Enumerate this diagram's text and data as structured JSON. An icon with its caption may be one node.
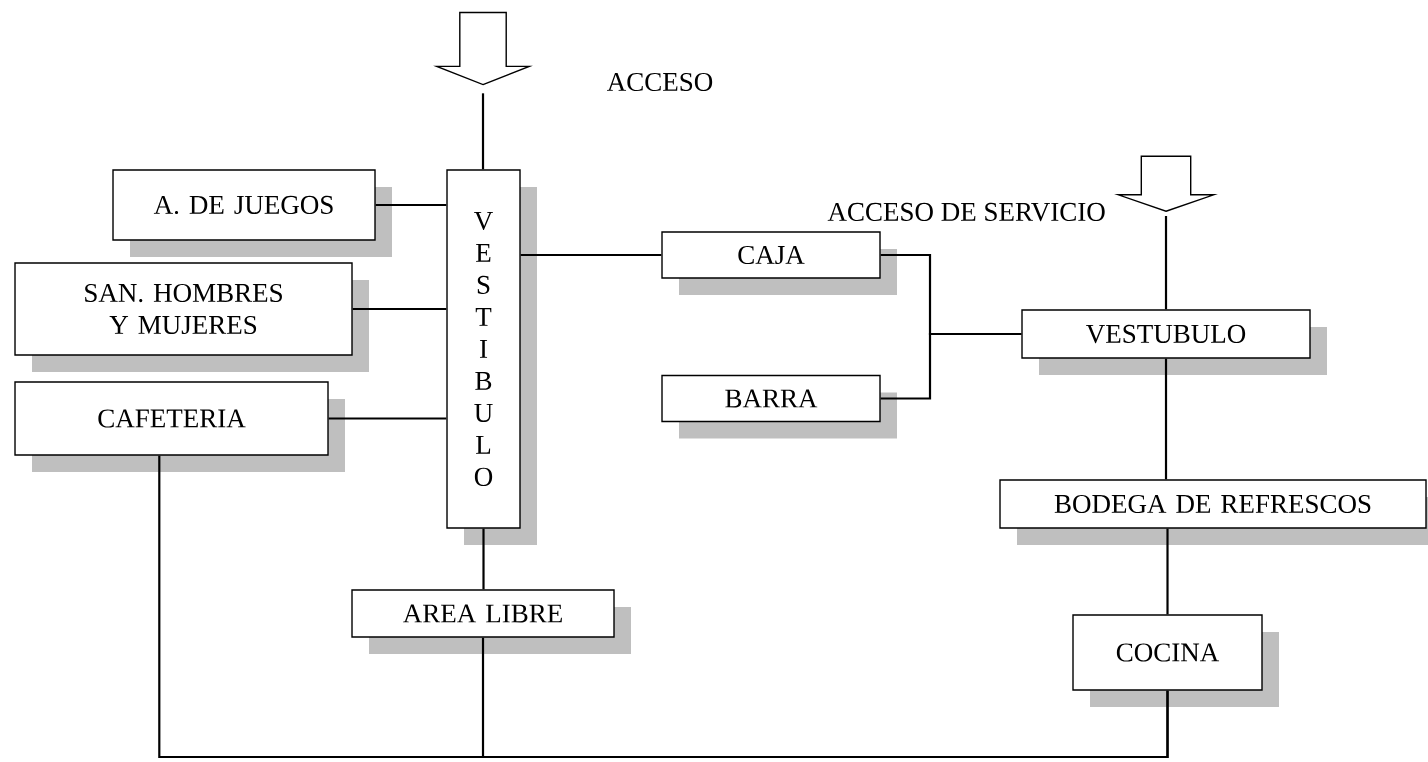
{
  "diagram": {
    "nodes": [
      {
        "text": [
          "A. DE JUEGOS"
        ]
      },
      {
        "text": [
          "SAN. HOMBRES Y MUJERES"
        ]
      },
      {
        "text": [
          "CAFETERIA"
        ]
      },
      {
        "text": [
          "VESTIBULO"
        ]
      },
      {
        "text": [
          "CAJA"
        ]
      },
      {
        "text": [
          "BARRA"
        ]
      },
      {
        "text": [
          "VESTUBULO"
        ]
      },
      {
        "text": [
          "BODEGA DE REFRESCOS"
        ]
      },
      {
        "text": [
          "AREA LIBRE"
        ]
      },
      {
        "text": [
          "COCINA"
        ]
      },
      {
        "text": [],
        "shape": "arrow"
      },
      {
        "text": [],
        "shape": "arrow"
      }
    ],
    "edges": [
      {
        "from": 10,
        "to": 3,
        "arrow": "none"
      },
      {
        "from": 0,
        "to": 3,
        "arrow": "none"
      },
      {
        "from": 1,
        "to": 3,
        "arrow": "none"
      },
      {
        "from": 2,
        "to": 3,
        "arrow": "none"
      },
      {
        "from": 3,
        "to": 4,
        "arrow": "none"
      },
      {
        "from": 4,
        "to": 6,
        "arrow": "none"
      },
      {
        "from": 5,
        "to": 6,
        "arrow": "none"
      },
      {
        "from": 11,
        "to": 6,
        "arrow": "none"
      },
      {
        "from": 6,
        "to": 7,
        "arrow": "none"
      },
      {
        "from": 7,
        "to": 9,
        "arrow": "none"
      },
      {
        "from": 3,
        "to": 8,
        "arrow": "none"
      },
      {
        "from": 2,
        "to": 9,
        "arrow": "none"
      },
      {
        "from": 8,
        "to": 9,
        "arrow": "none"
      }
    ],
    "labels": [
      "ACCESO",
      "ACCESO DE SERVICIO"
    ]
  }
}
